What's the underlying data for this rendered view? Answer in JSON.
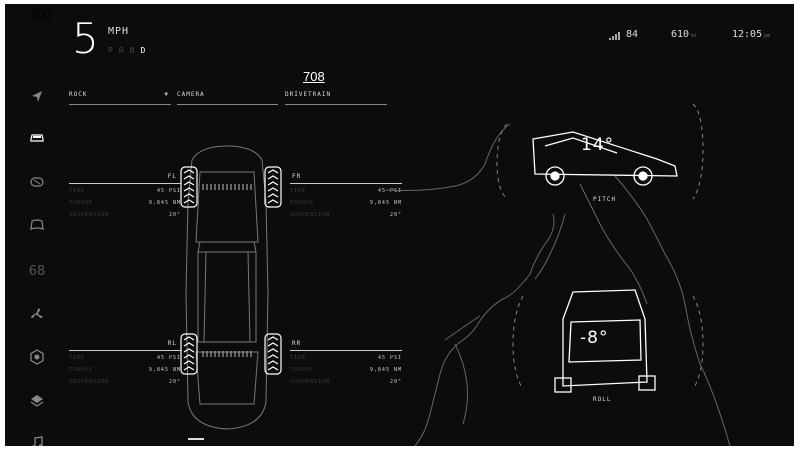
{
  "overlay": {
    "corner_number": "700",
    "center_number": "708"
  },
  "speed": {
    "value": "5",
    "unit": "MPH"
  },
  "gears": [
    "P",
    "R",
    "N",
    "D"
  ],
  "active_gear": "D",
  "status": {
    "signal_icon": "signal-bars-icon",
    "battery": "84",
    "range": "610",
    "range_unit": "mi",
    "time": "12:05",
    "time_suffix": "pm"
  },
  "sidebar": {
    "items": [
      {
        "icon": "navigation-arrow-icon"
      },
      {
        "icon": "car-icon",
        "active": true
      },
      {
        "icon": "rear-defrost-icon"
      },
      {
        "icon": "front-defrost-icon"
      },
      {
        "label": "68",
        "icon": "temperature-text"
      },
      {
        "icon": "fan-icon"
      },
      {
        "icon": "hexagon-settings-icon"
      },
      {
        "icon": "layers-icon"
      },
      {
        "icon": "music-note-icon"
      }
    ]
  },
  "selectors": [
    {
      "label": "ROCK",
      "has_dropdown": true
    },
    {
      "label": "CAMERA"
    },
    {
      "label": "DRIVETRAIN"
    }
  ],
  "wheels": {
    "fl": {
      "label": "FL",
      "tire": "45 PSI",
      "torque": "9,845 NM",
      "suspension": "20\""
    },
    "fr": {
      "label": "FR",
      "tire": "45 PSI",
      "torque": "9,845 NM",
      "suspension": "20\""
    },
    "rl": {
      "label": "RL",
      "tire": "45 PSI",
      "torque": "9,845 NM",
      "suspension": "20\""
    },
    "rr": {
      "label": "RR",
      "tire": "45 PSI",
      "torque": "9,845 NM",
      "suspension": "20\""
    }
  },
  "labels": {
    "tire": "TIRE",
    "torque": "TORQUE",
    "suspension": "SUSPENSION"
  },
  "pitch": {
    "label": "PITCH",
    "angle": "14°"
  },
  "roll": {
    "label": "ROLL",
    "angle": "-8°"
  },
  "colors": {
    "background": "#0c0c0c",
    "foreground": "#ffffff",
    "dim": "#3d3d3d"
  }
}
